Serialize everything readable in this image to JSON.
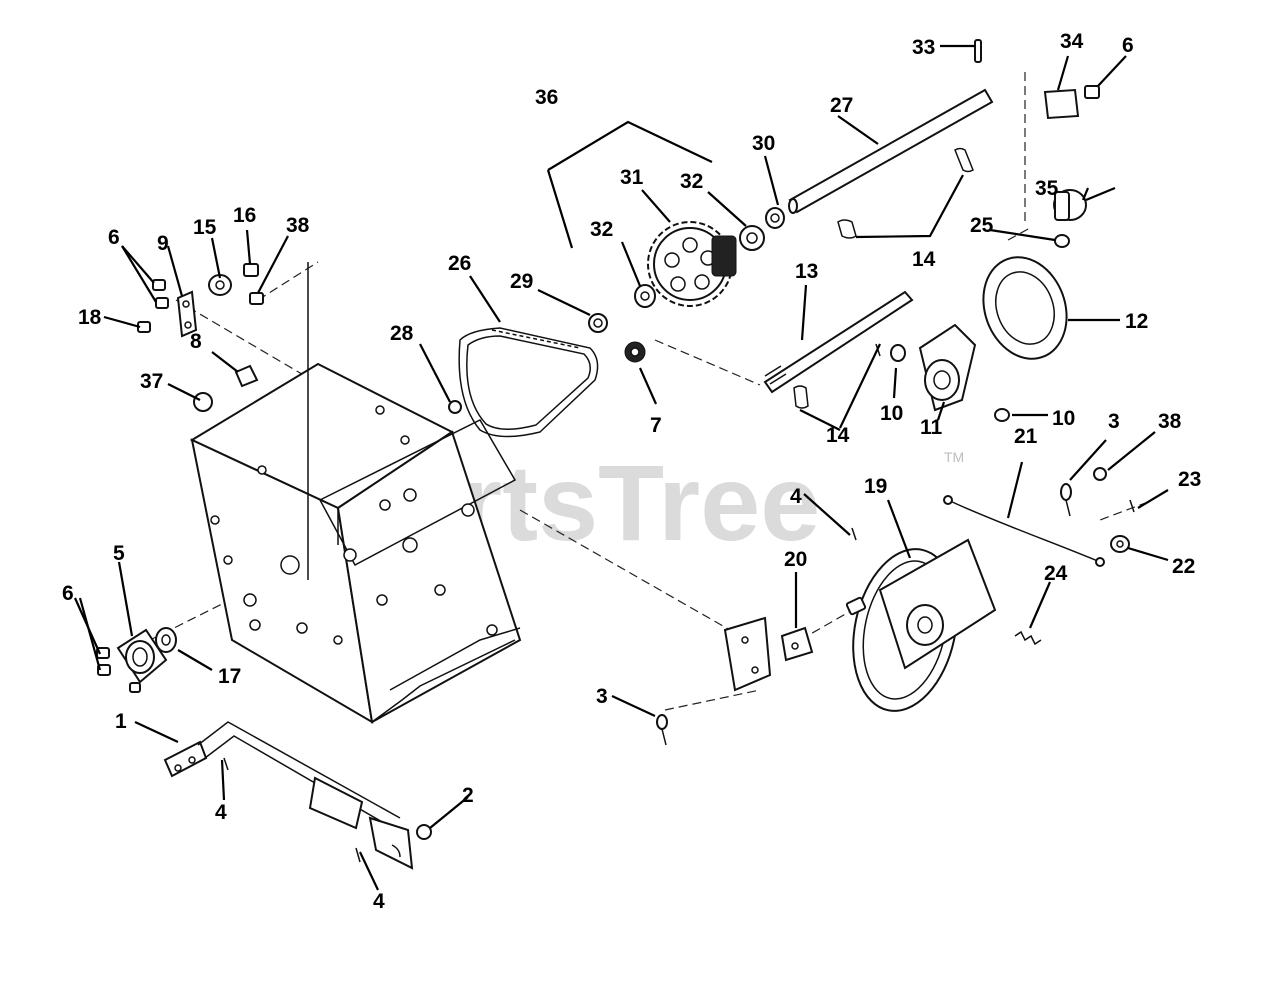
{
  "watermark": {
    "text": "PartsTree",
    "trademark": "TM"
  },
  "callouts": {
    "c1": "1",
    "c2": "2",
    "c3a": "3",
    "c3b": "3",
    "c4a": "4",
    "c4b": "4",
    "c4c": "4",
    "c5": "5",
    "c6a": "6",
    "c6b": "6",
    "c6c": "6",
    "c7": "7",
    "c8": "8",
    "c9": "9",
    "c10a": "10",
    "c10b": "10",
    "c11": "11",
    "c12": "12",
    "c13": "13",
    "c14a": "14",
    "c14b": "14",
    "c15": "15",
    "c16": "16",
    "c17": "17",
    "c18": "18",
    "c19": "19",
    "c20": "20",
    "c21": "21",
    "c22": "22",
    "c23": "23",
    "c24": "24",
    "c25": "25",
    "c26": "26",
    "c27": "27",
    "c28": "28",
    "c29": "29",
    "c30": "30",
    "c31": "31",
    "c32a": "32",
    "c32b": "32",
    "c33": "33",
    "c34": "34",
    "c35": "35",
    "c36": "36",
    "c37": "37",
    "c38a": "38",
    "c38b": "38"
  }
}
